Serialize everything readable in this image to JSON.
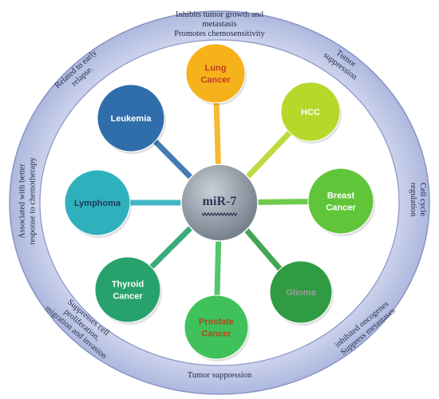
{
  "center": {
    "label": "miR-7"
  },
  "nodes": [
    {
      "id": "lung",
      "lines": [
        "Lung",
        "Cancer"
      ],
      "color": "#f6b21b",
      "text_color": "#c0392b"
    },
    {
      "id": "hcc",
      "lines": [
        "HCC"
      ],
      "color": "#b5d82a",
      "text_color": "#ffffff"
    },
    {
      "id": "breast",
      "lines": [
        "Breast",
        "Cancer"
      ],
      "color": "#61c53a",
      "text_color": "#ffffff"
    },
    {
      "id": "glioma",
      "lines": [
        "Glioma"
      ],
      "color": "#2f9c43",
      "text_color": "#9c9c9c"
    },
    {
      "id": "prostate",
      "lines": [
        "Prostate",
        "Cancer"
      ],
      "color": "#3fc25c",
      "text_color": "#b34719"
    },
    {
      "id": "thyroid",
      "lines": [
        "Thyroid",
        "Cancer"
      ],
      "color": "#27a26c",
      "text_color": "#ffffff"
    },
    {
      "id": "lymphoma",
      "lines": [
        "Lymphoma"
      ],
      "color": "#2fb0bd",
      "text_color": "#1d3a5c"
    },
    {
      "id": "leukemia",
      "lines": [
        "Leukemia"
      ],
      "color": "#2f6eab",
      "text_color": "#ffffff"
    }
  ],
  "annotations": {
    "top": [
      "Inhibits tumor growth and",
      "metastasis",
      "Promotes chemosensitivity"
    ],
    "top_right": [
      "Tumor",
      "suppression"
    ],
    "right": [
      "Cell cycle",
      "regulation"
    ],
    "bottom_right": [
      "inhibited oncogenes",
      "Suppress metastases"
    ],
    "bottom": [
      "Tumor suppression"
    ],
    "bottom_left": [
      "Suppresses cell",
      "proliferation,",
      "migration and invasion"
    ],
    "left": [
      "Associated with better",
      "response to chemotherapy"
    ],
    "top_left": [
      "Related to early",
      "relapse."
    ]
  },
  "colors": {
    "ring_fill": "#c7cfea",
    "ring_stroke": "#8894c4",
    "inner_fill": "#ffffff",
    "center_fill": "#7f8a95",
    "center_text": "#2b3654"
  }
}
